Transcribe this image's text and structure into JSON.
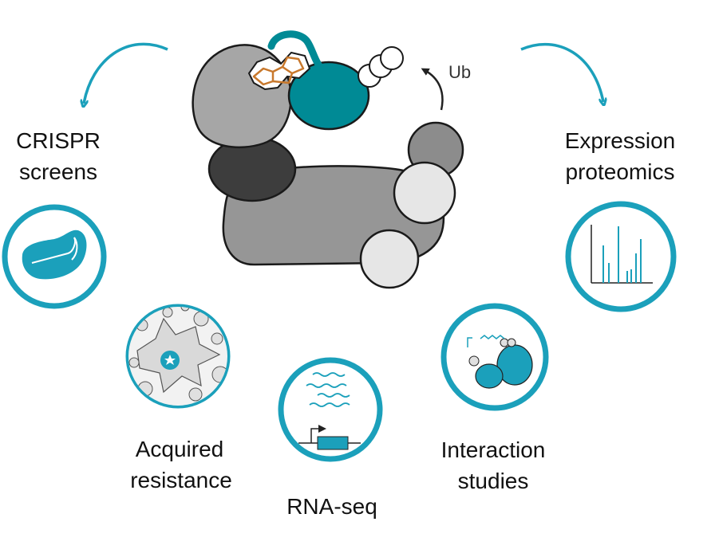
{
  "colors": {
    "teal": "#1ba0bb",
    "teal_dark": "#008a95",
    "drug": "#c8782c",
    "grey_light": "#e6e6e6",
    "grey_mid": "#b5b5b5",
    "grey": "#969696",
    "grey_dark": "#8c8c8c",
    "charcoal": "#3d3d3d"
  },
  "center": {
    "ub_label": "Ub"
  },
  "labels": {
    "crispr_line1": "CRISPR",
    "crispr_line2": "screens",
    "expression_line1": "Expression",
    "expression_line2": "proteomics",
    "acquired_line1": "Acquired",
    "acquired_line2": "resistance",
    "rnaseq": "RNA-seq",
    "interaction_line1": "Interaction",
    "interaction_line2": "studies"
  },
  "icons": {
    "crispr": "chromosome-icon",
    "expression": "spectrum-icon",
    "acquired": "resistant-cell-icon",
    "rnaseq": "transcript-icon",
    "interaction": "protein-complex-icon"
  }
}
